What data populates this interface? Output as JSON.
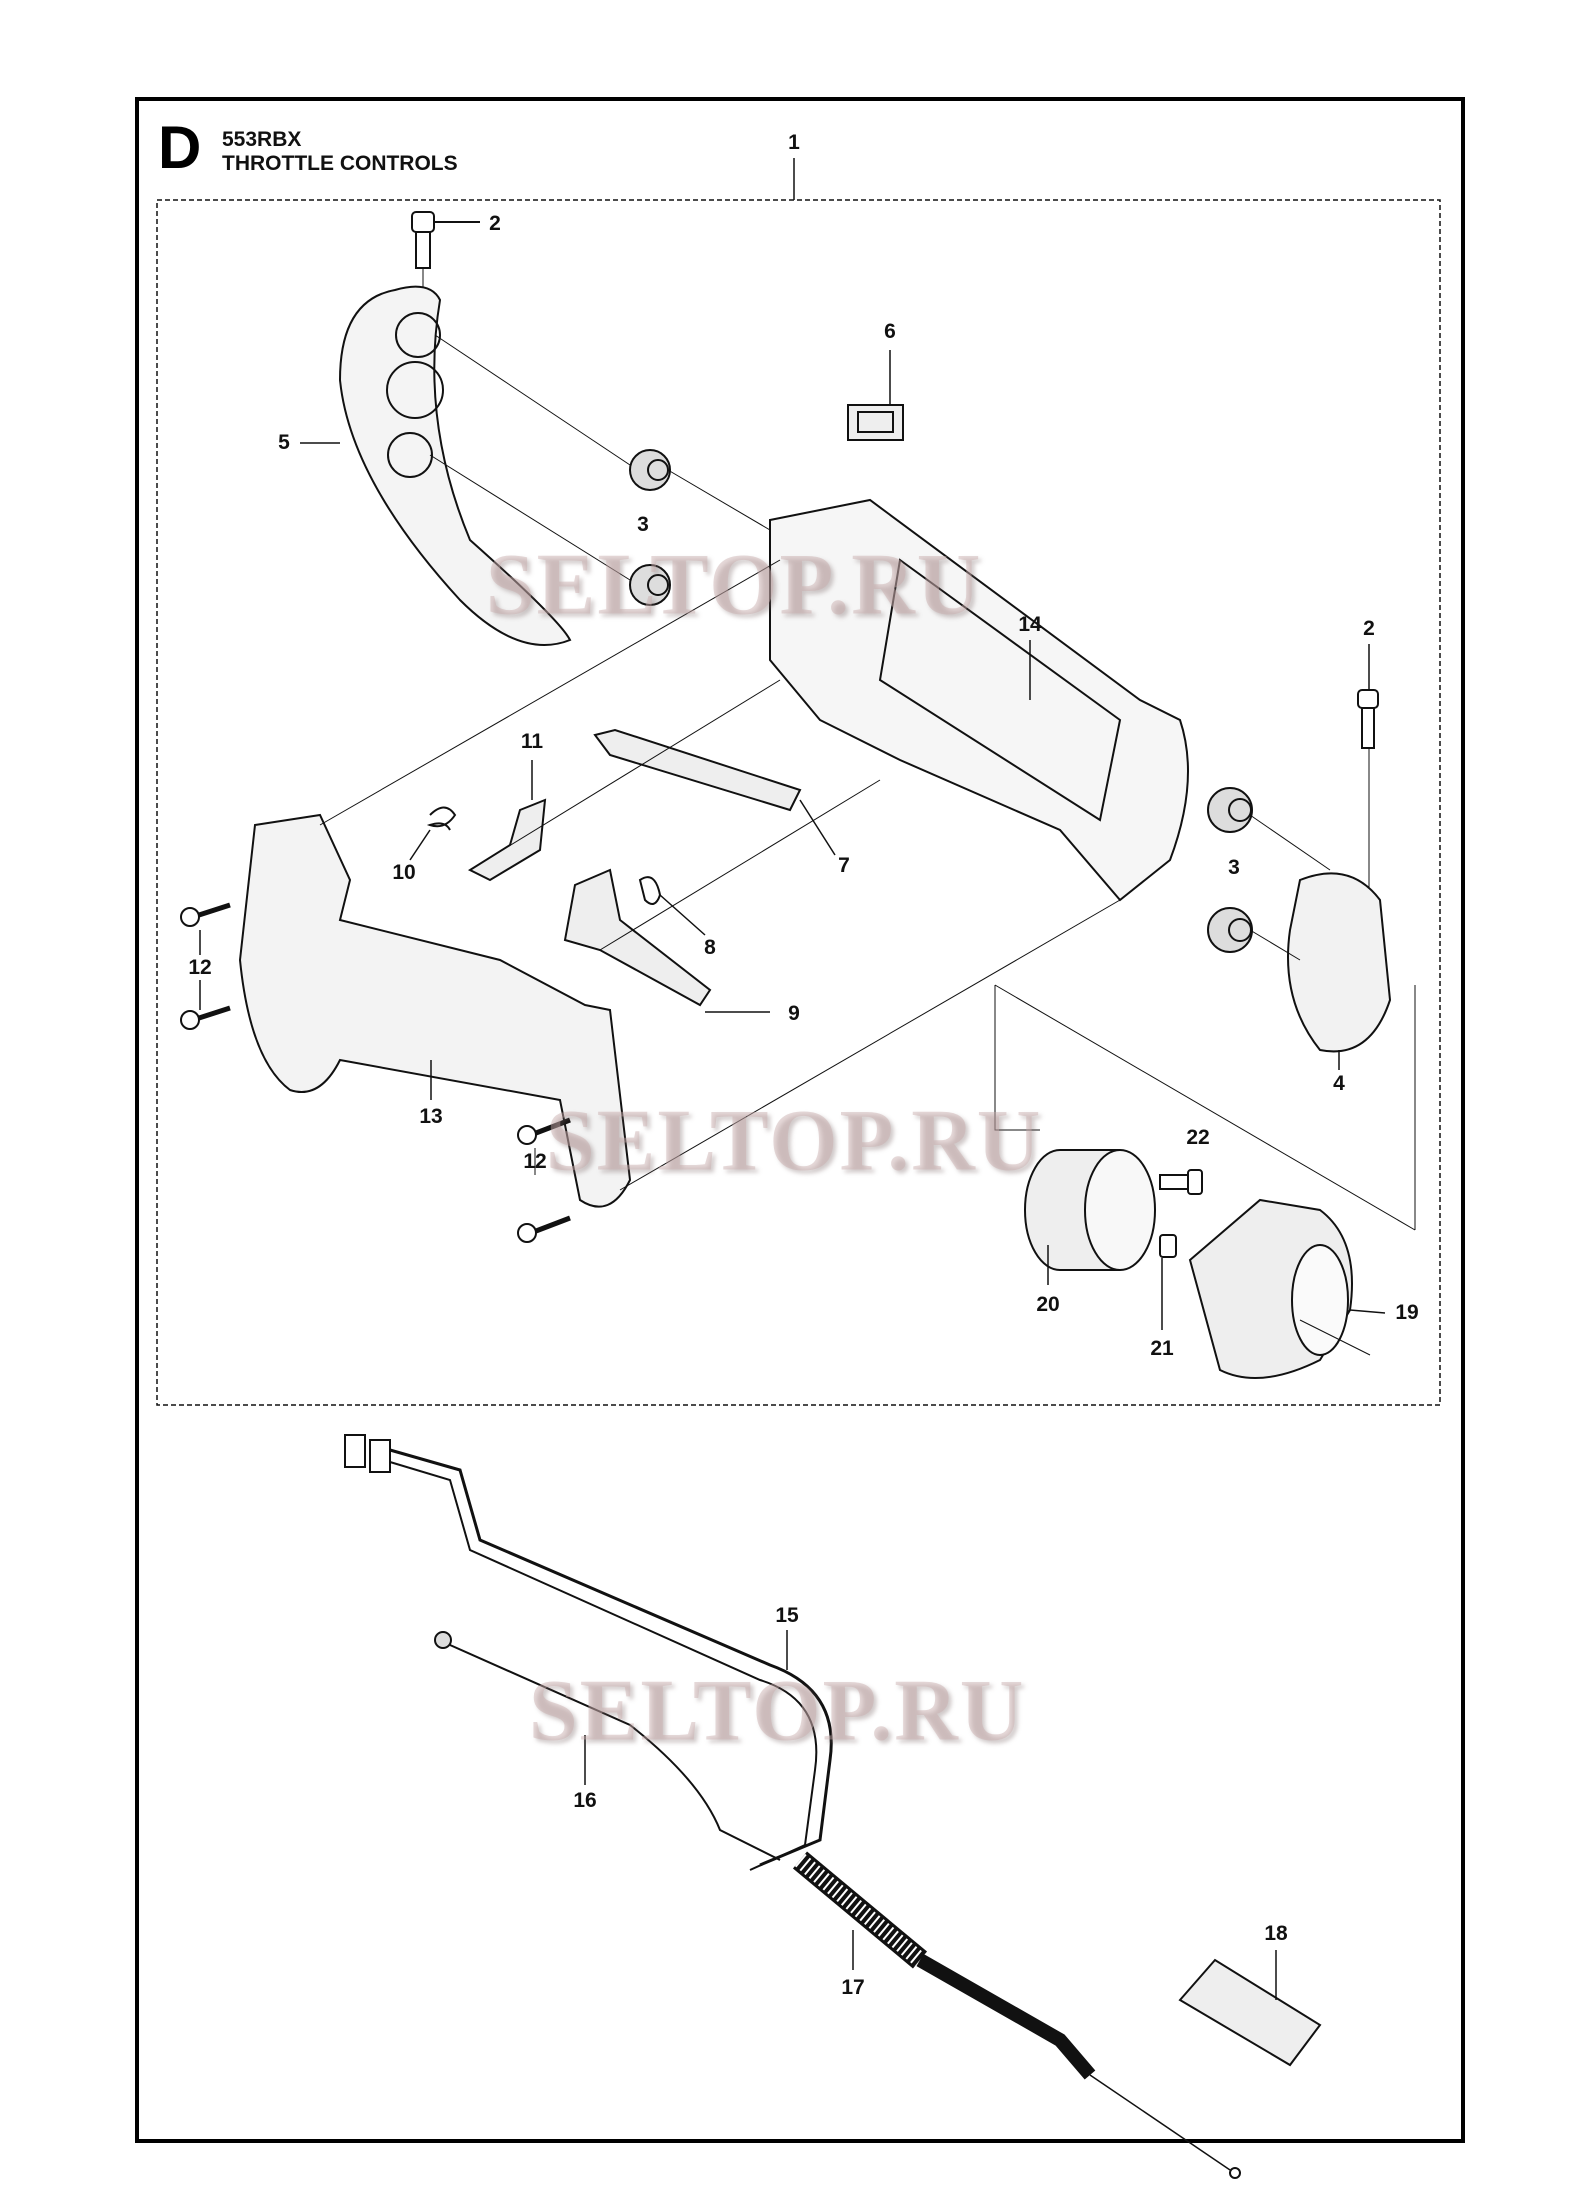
{
  "header": {
    "section_letter": "D",
    "model": "553RBX",
    "title": "THROTTLE CONTROLS"
  },
  "callouts": [
    "1",
    "2",
    "6",
    "5",
    "3",
    "14",
    "2",
    "11",
    "10",
    "7",
    "3",
    "12",
    "8",
    "9",
    "4",
    "13",
    "22",
    "12",
    "20",
    "19",
    "21",
    "15",
    "16",
    "18",
    "17"
  ],
  "watermark": "SELTOP.RU"
}
